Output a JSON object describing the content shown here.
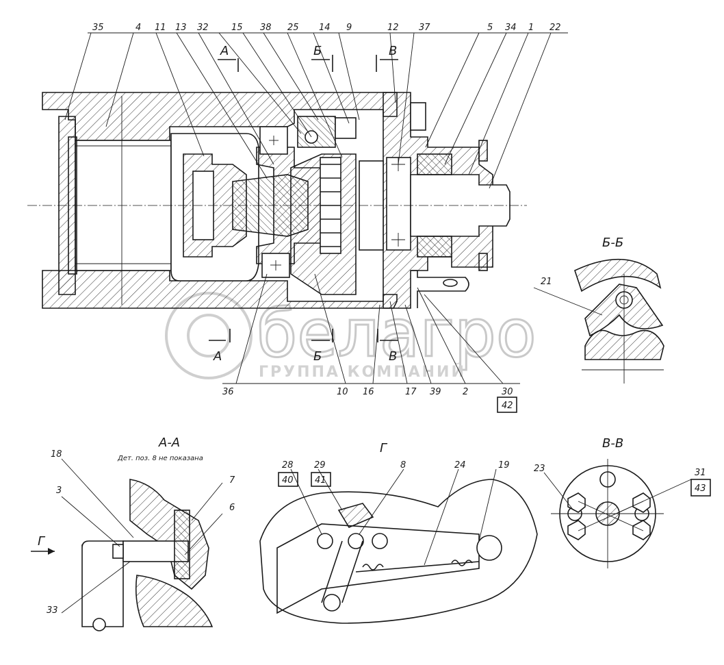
{
  "drawing": {
    "main_callouts": [
      "35",
      "4",
      "11",
      "13",
      "32",
      "15",
      "38",
      "25",
      "14",
      "9",
      "12",
      "37",
      "5",
      "34",
      "1",
      "22"
    ],
    "bottom_callouts": [
      "36",
      "10",
      "16",
      "17",
      "39",
      "2",
      "30"
    ],
    "boxed_callouts": [
      "42",
      "40",
      "41",
      "43"
    ],
    "section_marks": [
      "А",
      "Б",
      "В"
    ],
    "sections": {
      "bb": {
        "title": "Б-Б",
        "callouts": [
          "21"
        ]
      },
      "aa": {
        "title": "А-А",
        "note": "Дет. поз. 8 не показана",
        "callouts": [
          "18",
          "3",
          "7",
          "6",
          "33"
        ],
        "view_arrow": "Г"
      },
      "g": {
        "title": "Г",
        "callouts": [
          "28",
          "29",
          "8",
          "24",
          "19"
        ]
      },
      "vv": {
        "title": "В-В",
        "callouts": [
          "23",
          "31"
        ]
      }
    }
  },
  "watermark": {
    "brand": "белагро",
    "subtitle": "ГРУППА КОМПАНИЙ"
  }
}
